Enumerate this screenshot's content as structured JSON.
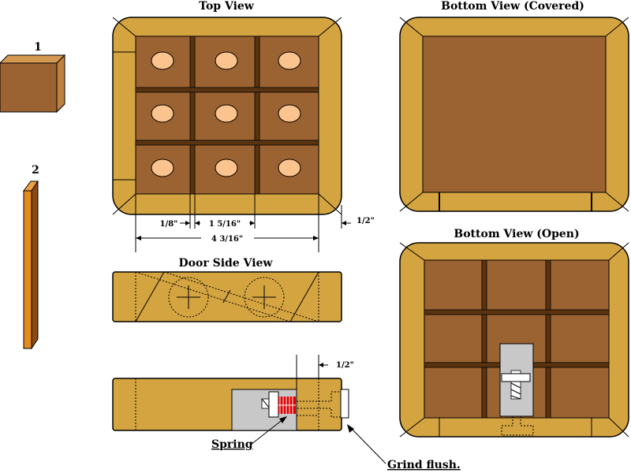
{
  "labels": {
    "top_view": "Top View",
    "bottom_covered": "Bottom View (Covered)",
    "bottom_open": "Bottom View (Open)",
    "door_side": "Door Side View",
    "part1": "1",
    "part2": "2",
    "dim_eighth": "1/8\"",
    "dim_cell": "1  5/16\"",
    "dim_total": "4  3/16\"",
    "dim_half_top": "1/2\"",
    "dim_half_bottom": "1/2\"",
    "spring": "Spring",
    "grind": "Grind flush."
  },
  "colors": {
    "board": "#d4a441",
    "panel": "#9b6232",
    "divider": "#5a3411",
    "hole": "#fbc48f",
    "spring": "#dd0000",
    "metal": "#c8c8c8"
  }
}
